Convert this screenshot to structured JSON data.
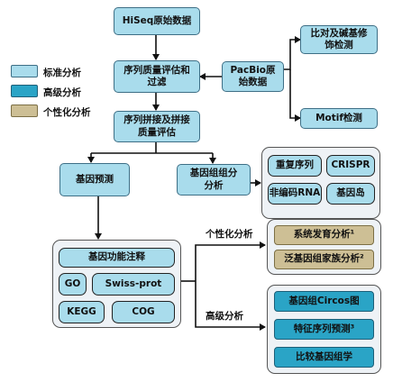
{
  "legend": [
    {
      "label": "标准分析",
      "color": "#a9dcec"
    },
    {
      "label": "高级分析",
      "color": "#2aa4c6"
    },
    {
      "label": "个性化分析",
      "color": "#cdbf95"
    }
  ],
  "nodes": {
    "hiseq": "HiSeq原始数据",
    "qc": "序列质量评估和过滤",
    "pacbio": "PacBio原始数据",
    "methylation": "比对及碱基修饰检测",
    "motif": "Motif检测",
    "assembly": "序列拼接及拼接质量评估",
    "gene_prediction": "基因预测",
    "genome_component": "基因组组分分析"
  },
  "genome_component_items": [
    "重复序列",
    "CRISPR",
    "非编码RNA",
    "基因岛"
  ],
  "annotation": {
    "title": "基因功能注释",
    "items": [
      "GO",
      "Swiss-prot",
      "KEGG",
      "COG"
    ]
  },
  "branch_labels": {
    "personalized": "个性化分析",
    "advanced": "高级分析"
  },
  "personalized_items": [
    "系统发育分析¹",
    "泛基因组家族分析²"
  ],
  "advanced_items": [
    "基因组Circos图",
    "特征序列预测³",
    "比较基因组学"
  ]
}
